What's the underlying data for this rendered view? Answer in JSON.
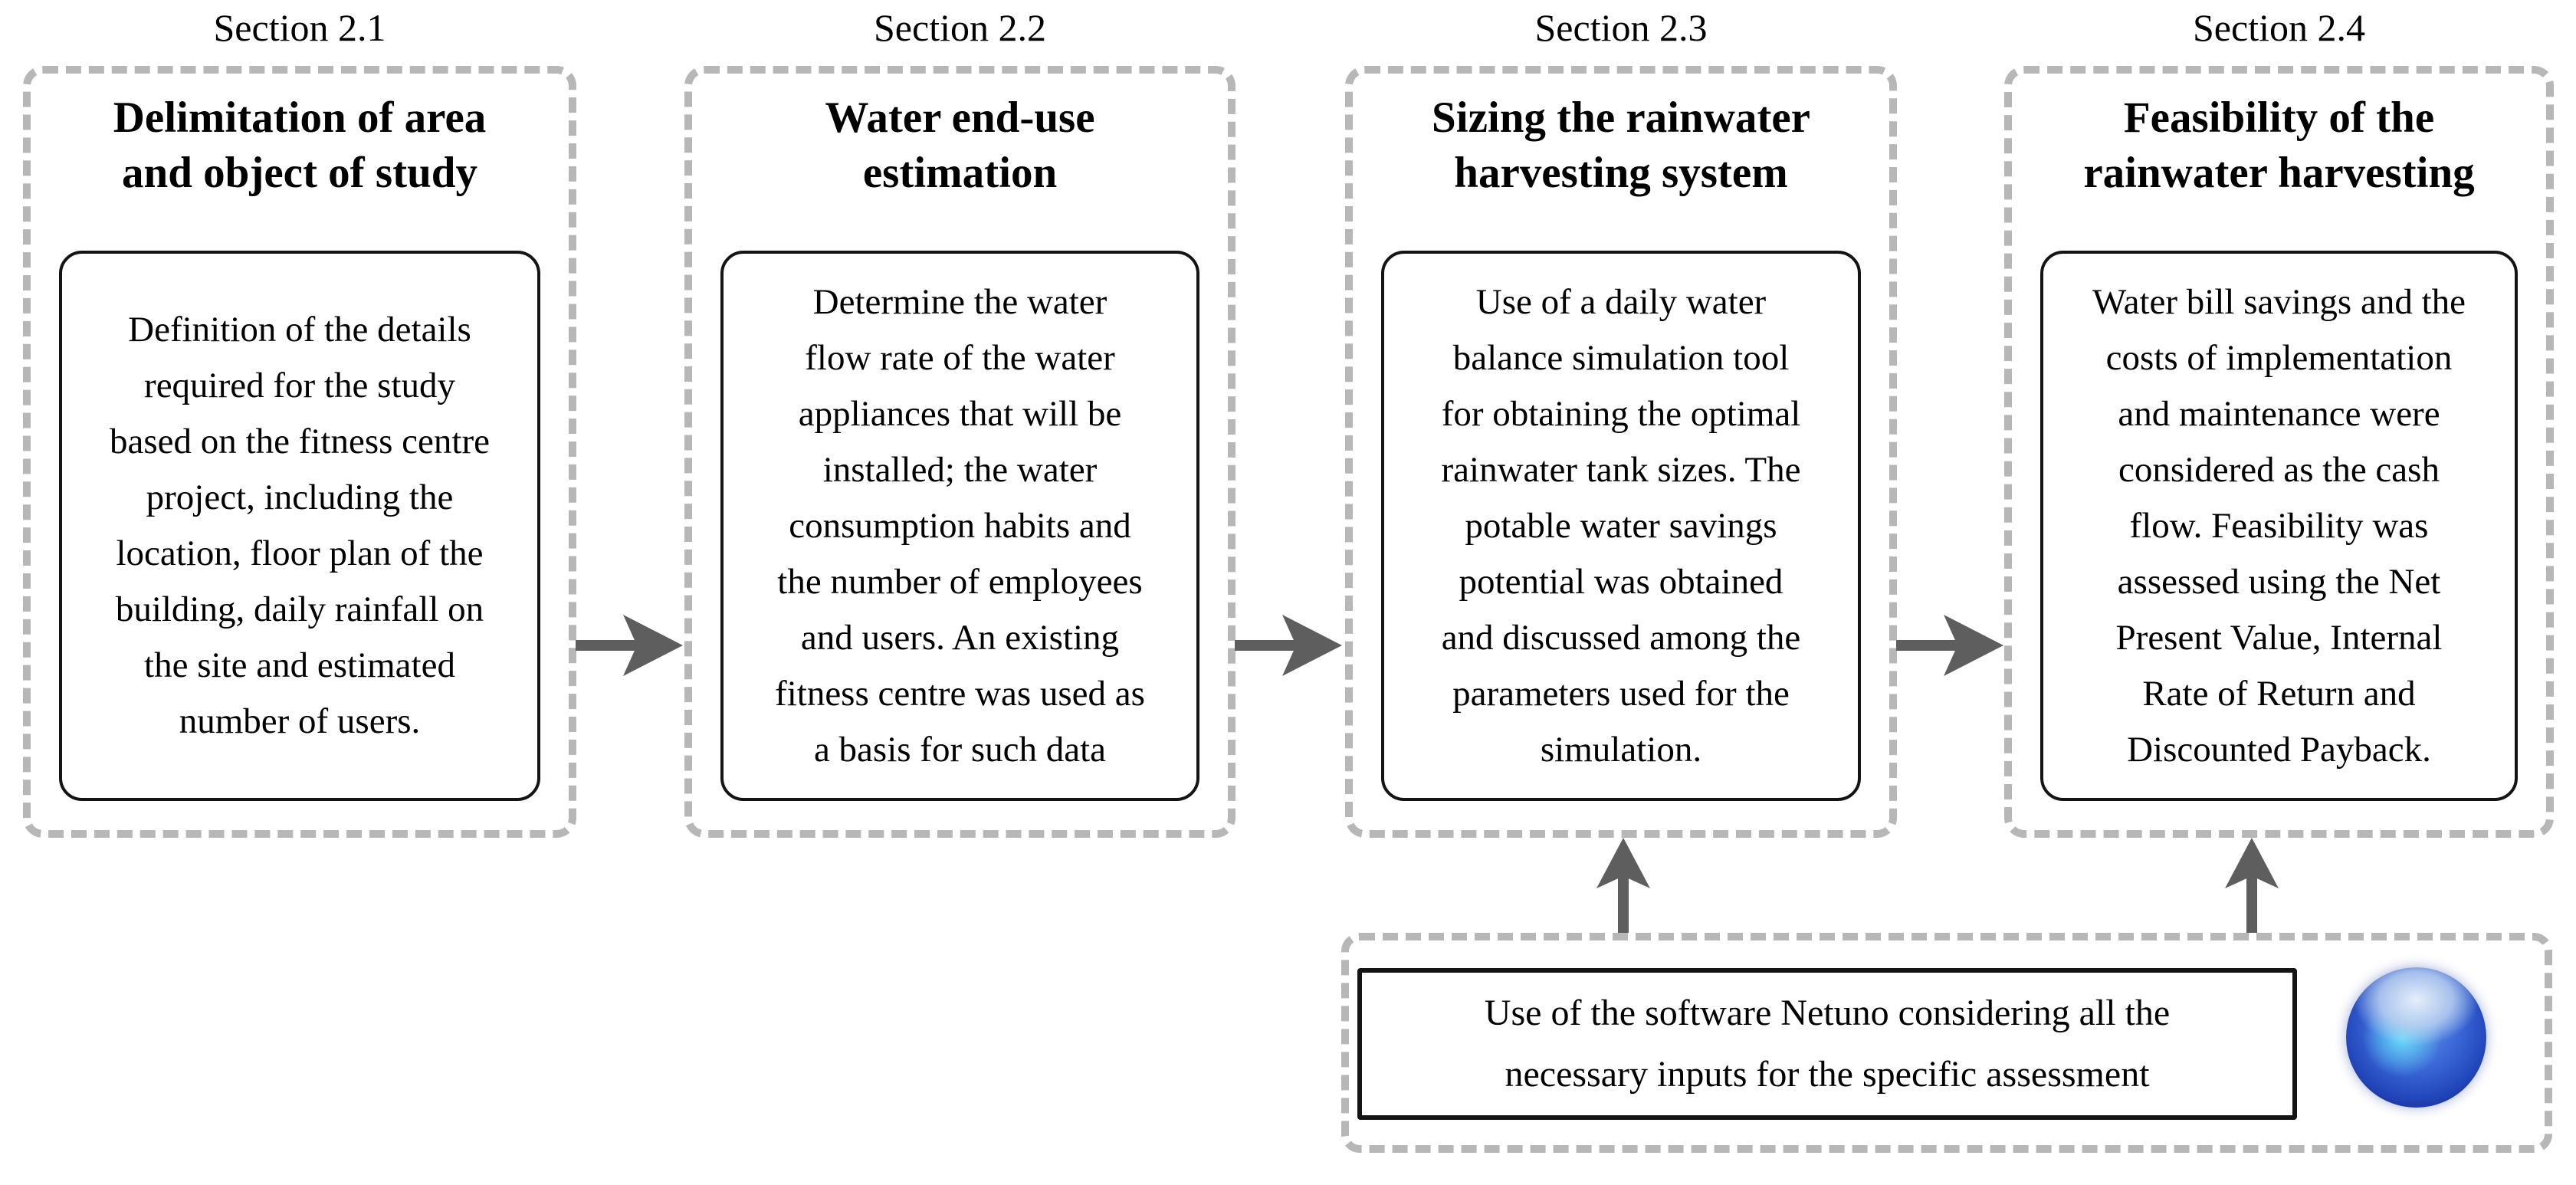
{
  "diagram": {
    "sections": [
      {
        "label": "Section 2.1",
        "title": "Delimitation of area\nand object of study",
        "body": "Definition of the details\nrequired for the study\nbased on the fitness centre\nproject, including the\nlocation, floor plan of the\nbuilding, daily rainfall on\nthe site and estimated\nnumber of users."
      },
      {
        "label": "Section 2.2",
        "title": "Water end-use\nestimation",
        "body": "Determine the water\nflow rate of the water\nappliances that will be\ninstalled; the water\nconsumption habits and\nthe number of employees\nand users. An existing\nfitness centre was used as\na basis for such data"
      },
      {
        "label": "Section 2.3",
        "title": "Sizing the rainwater\nharvesting system",
        "body": "Use of a daily water\nbalance simulation tool\nfor obtaining the optimal\nrainwater tank sizes. The\npotable water savings\npotential was obtained\nand discussed among the\nparameters used for the\nsimulation."
      },
      {
        "label": "Section 2.4",
        "title": "Feasibility of the\nrainwater harvesting",
        "body": "Water bill savings and the\ncosts of implementation\nand maintenance were\nconsidered as the cash\nflow. Feasibility was\nassessed using the Net\nPresent Value, Internal\nRate of Return and\nDiscounted Payback."
      }
    ],
    "note": {
      "text": "Use of the software Netuno considering all the\nnecessary inputs for the specific assessment"
    },
    "icons": {
      "sphere": "netuno-blue-sphere"
    },
    "colors": {
      "dashed_border": "#b7b7b7",
      "solid_border": "#141414",
      "arrow": "#5e5e5e",
      "text": "#000000",
      "sphere_dark": "#0d1b66",
      "sphere_mid": "#3b6ad8",
      "sphere_light": "#bad0f0",
      "sphere_cyan": "#69e6ff"
    }
  }
}
